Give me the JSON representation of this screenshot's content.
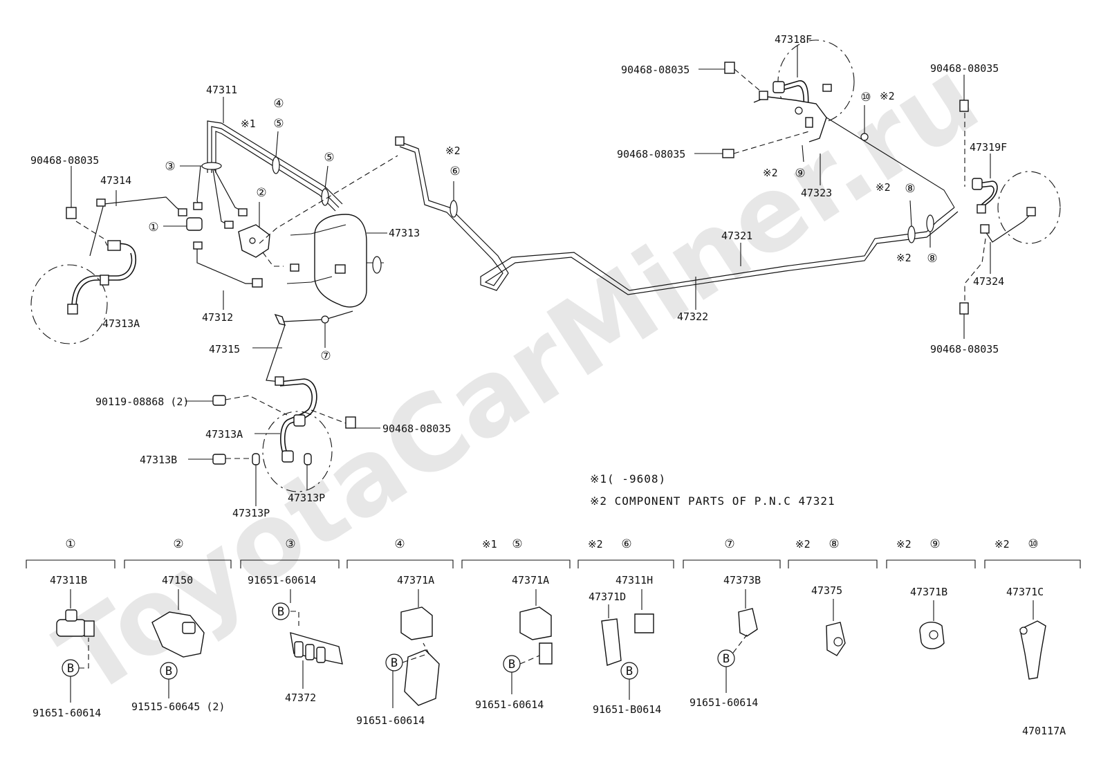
{
  "watermark": "ToyotaCarMiner.ru",
  "labels": {
    "p90468_tl": "90468-08035",
    "p47314": "47314",
    "p47311": "47311",
    "p47312": "47312",
    "p47313": "47313",
    "p47313A_l": "47313A",
    "p47315": "47315",
    "p90119": "90119-08868 (2)",
    "p47313A_c": "47313A",
    "p47313B": "47313B",
    "p47313P_a": "47313P",
    "p47313P_b": "47313P",
    "p90468_c": "90468-08035",
    "p47318F": "47318F",
    "p90468_tr1": "90468-08035",
    "p90468_tr2": "90468-08035",
    "p90468_r": "90468-08035",
    "p47319F": "47319F",
    "p47323": "47323",
    "p47321": "47321",
    "p47322": "47322",
    "p47324": "47324",
    "p90468_br": "90468-08035",
    "code": "470117A"
  },
  "markers": {
    "m1": "①",
    "m2": "②",
    "m3": "③",
    "m4": "④",
    "m5a": "⑤",
    "m5b": "⑤",
    "m6": "⑥",
    "m7": "⑦",
    "m8a": "⑧",
    "m8b": "⑧",
    "m9": "⑨",
    "m10": "⑩",
    "ref1": "※1",
    "ref2": "※2"
  },
  "notes": {
    "note1": "※1(    -9608)",
    "note2": "※2 COMPONENT PARTS OF P.N.C 47321"
  },
  "components": [
    {
      "header": "①",
      "ref": "",
      "part": "47311B",
      "bolt": "91651-60614",
      "b": "B"
    },
    {
      "header": "②",
      "ref": "",
      "part": "47150",
      "bolt": "91515-60645 (2)",
      "b": "B"
    },
    {
      "header": "③",
      "ref": "",
      "part": "91651-60614",
      "part2": "47372",
      "b": "B"
    },
    {
      "header": "④",
      "ref": "",
      "part": "47371A",
      "bolt": "91651-60614",
      "b": "B"
    },
    {
      "header": "⑤",
      "ref": "※1",
      "part": "47371A",
      "bolt": "91651-60614",
      "b": "B"
    },
    {
      "header": "⑥",
      "ref": "※2",
      "part": "47311H",
      "part2": "47371D",
      "bolt": "91651-B0614",
      "b": "B"
    },
    {
      "header": "⑦",
      "ref": "",
      "part": "47373B",
      "bolt": "91651-60614",
      "b": "B"
    },
    {
      "header": "⑧",
      "ref": "※2",
      "part": "47375"
    },
    {
      "header": "⑨",
      "ref": "※2",
      "part": "47371B"
    },
    {
      "header": "⑩",
      "ref": "※2",
      "part": "47371C"
    }
  ]
}
